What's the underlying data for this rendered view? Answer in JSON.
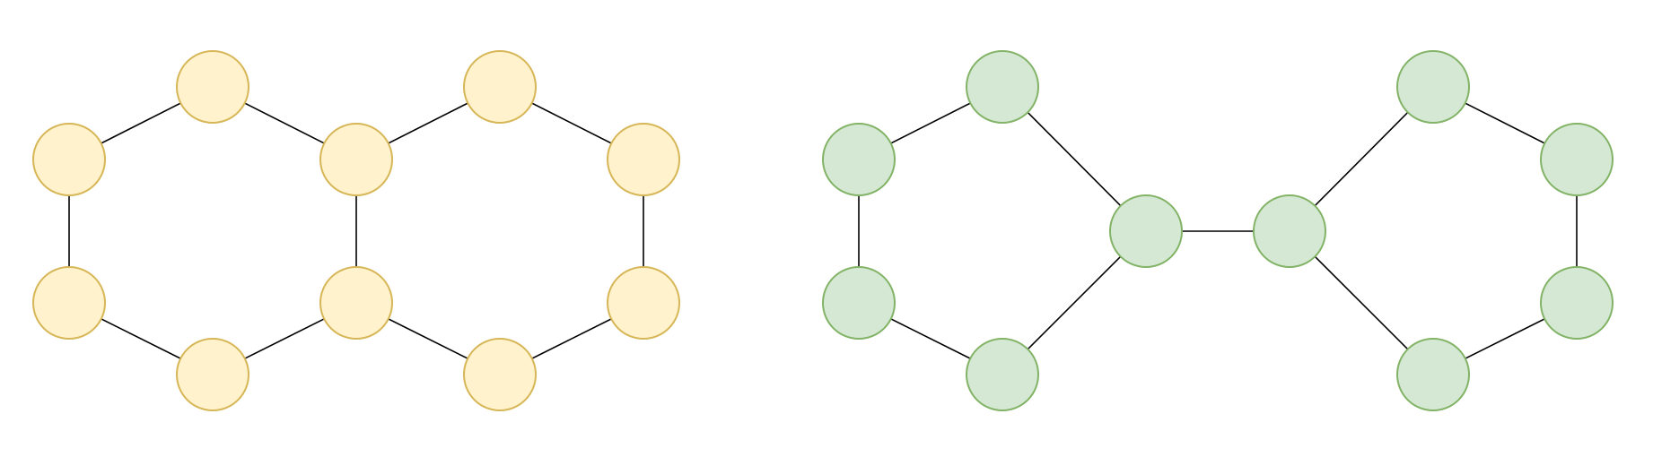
{
  "graphs": [
    {
      "id": "left-graph",
      "fill": "#fff2cc",
      "stroke": "#d6b656",
      "nodes": [
        "a1",
        "a2",
        "a3",
        "a4",
        "a5",
        "a6",
        "a7",
        "a8",
        "a9",
        "a10"
      ],
      "edges": [
        [
          "a1",
          "a2"
        ],
        [
          "a2",
          "a3"
        ],
        [
          "a3",
          "a4"
        ],
        [
          "a4",
          "a5"
        ],
        [
          "a5",
          "a6"
        ],
        [
          "a6",
          "a1"
        ],
        [
          "a3",
          "a7"
        ],
        [
          "a7",
          "a8"
        ],
        [
          "a8",
          "a9"
        ],
        [
          "a9",
          "a10"
        ],
        [
          "a10",
          "a4"
        ]
      ]
    },
    {
      "id": "right-graph",
      "fill": "#d5e8d4",
      "stroke": "#82b366",
      "nodes": [
        "b1",
        "b2",
        "b3",
        "b4",
        "b5",
        "b6",
        "b7",
        "b8",
        "b9",
        "b10"
      ],
      "edges": [
        [
          "b1",
          "b2"
        ],
        [
          "b2",
          "b3"
        ],
        [
          "b3",
          "b4"
        ],
        [
          "b4",
          "b5"
        ],
        [
          "b5",
          "b1"
        ],
        [
          "b3",
          "b6"
        ],
        [
          "b6",
          "b7"
        ],
        [
          "b7",
          "b8"
        ],
        [
          "b8",
          "b9"
        ],
        [
          "b9",
          "b10"
        ],
        [
          "b10",
          "b6"
        ]
      ]
    }
  ]
}
